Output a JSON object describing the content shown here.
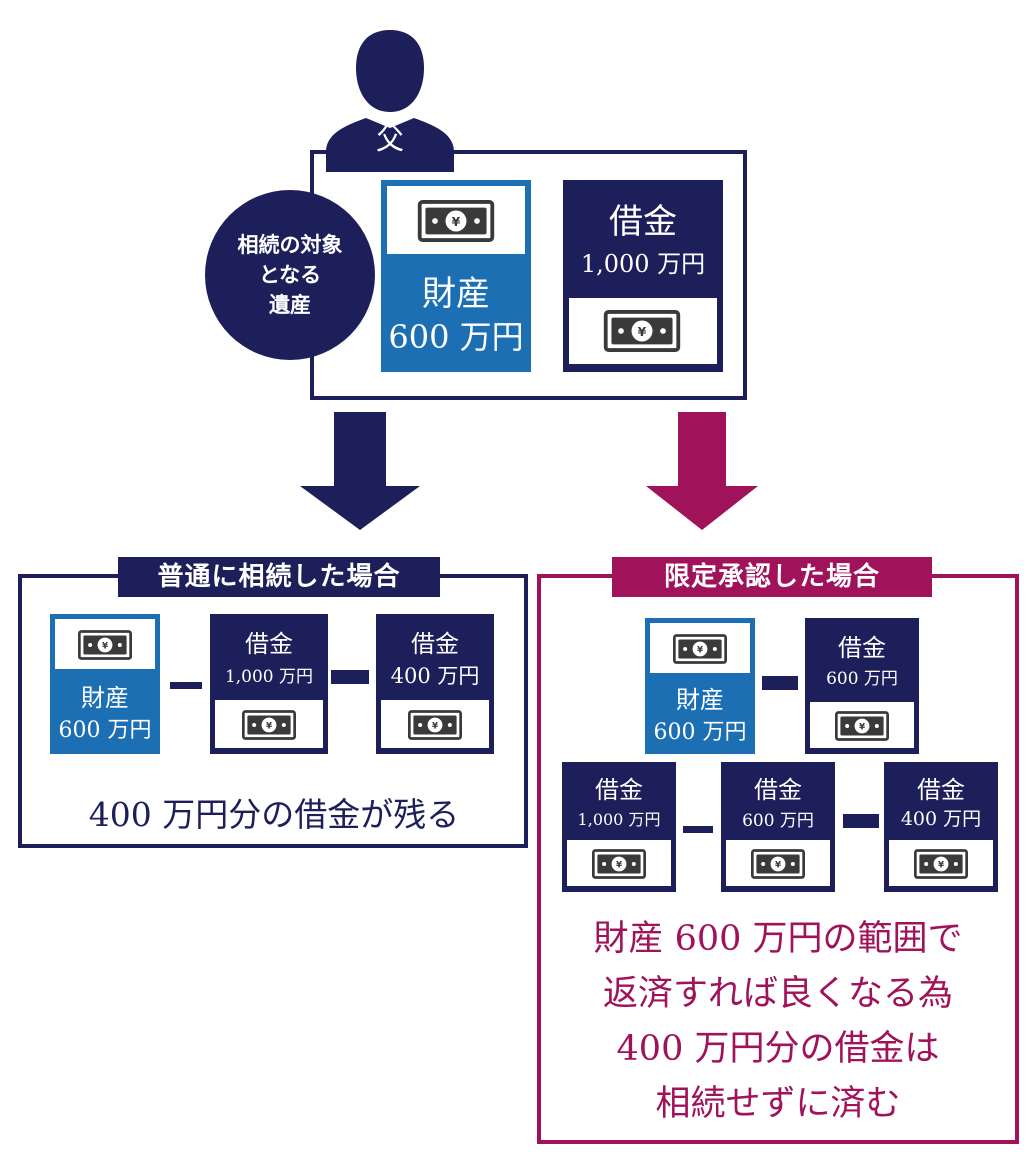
{
  "top": {
    "person_label": "父",
    "circle_lines": [
      "相続の対象",
      "となる",
      "遺産"
    ],
    "asset_card": {
      "title": "財産",
      "amount": "600 万円"
    },
    "debt_card": {
      "title": "借金",
      "amount": "1,000 万円"
    }
  },
  "left_panel": {
    "banner": "普通に相続した場合",
    "asset": {
      "title": "財産",
      "amount": "600 万円"
    },
    "debt": {
      "title": "借金",
      "amount": "1,000 万円"
    },
    "result": {
      "title": "借金",
      "amount": "400 万円"
    },
    "conclusion": "400 万円分の借金が残る"
  },
  "right_panel": {
    "banner": "限定承認した場合",
    "asset": {
      "title": "財産",
      "amount": "600 万円"
    },
    "covered_debt": {
      "title": "借金",
      "amount": "600 万円"
    },
    "debt_total": {
      "title": "借金",
      "amount": "1,000 万円"
    },
    "debt_paid": {
      "title": "借金",
      "amount": "600 万円"
    },
    "debt_remaining": {
      "title": "借金",
      "amount": "400 万円"
    },
    "conclusion_lines": [
      "財産 600 万円の範囲で",
      "返済すれば良くなる為",
      "400 万円分の借金は",
      "相続せずに済む"
    ]
  },
  "colors": {
    "navy": "#1c1f5a",
    "blue": "#1c6fb3",
    "magenta": "#a0125a"
  },
  "icons": [
    "person-icon",
    "yen-bill-icon",
    "arrow-down-icon"
  ]
}
